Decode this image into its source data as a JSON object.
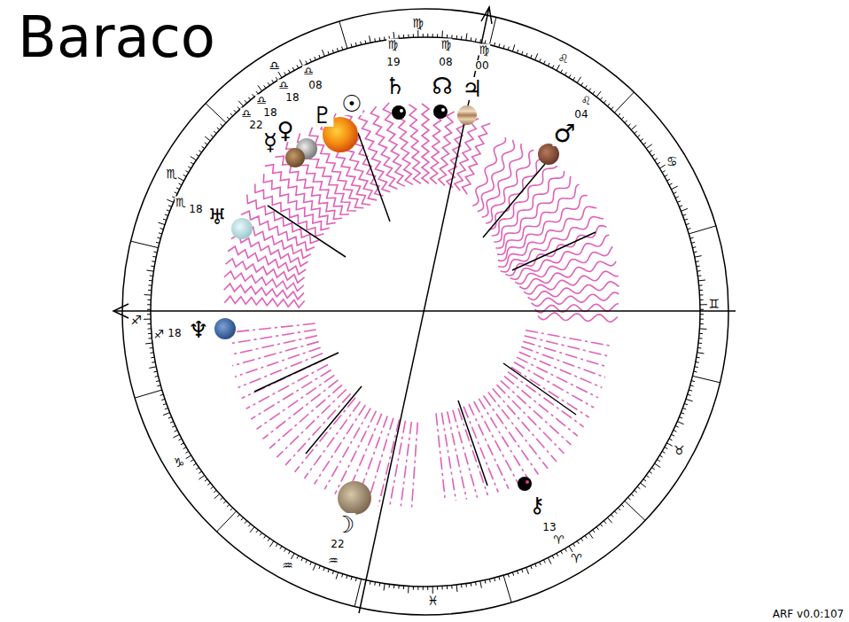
{
  "diagram": {
    "title": "Baraco",
    "labels": [
      "♈",
      "♉",
      "♊",
      "♋",
      "♌",
      "♍",
      "♎",
      "♏",
      "♐",
      "♑",
      "♒",
      "♓",
      "♄",
      "♍",
      "19",
      "☊",
      "♍",
      "08",
      "♃",
      "♍",
      "00",
      "♂",
      "♌",
      "04",
      "☉",
      "♎",
      "08",
      "♇",
      "♎",
      "18",
      "♀",
      "♎",
      "18",
      "☿",
      "♎",
      "22",
      "♅",
      "♏",
      "18",
      "♆",
      "♐",
      "18",
      "☽",
      "♒",
      "22",
      "⚷",
      "♈",
      "13",
      "ARF v0.0:107"
    ]
  }
}
